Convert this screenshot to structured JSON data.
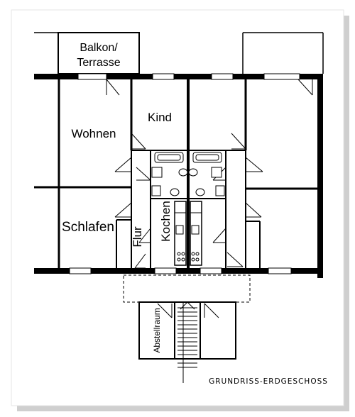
{
  "plan": {
    "labels": {
      "balcony": "Balkon/\nTerrasse",
      "living": "Wohnen",
      "child": "Kind",
      "sleeping": "Schlafen",
      "hall": "Flur",
      "kitchen": "Kochen",
      "storage": "Abstellraum"
    },
    "caption": "GRUNDRISS-ERDGESCHOSS"
  },
  "colors": {
    "paper": "#ffffff",
    "wall": "#111111",
    "shadow": "#c8c8c8"
  }
}
